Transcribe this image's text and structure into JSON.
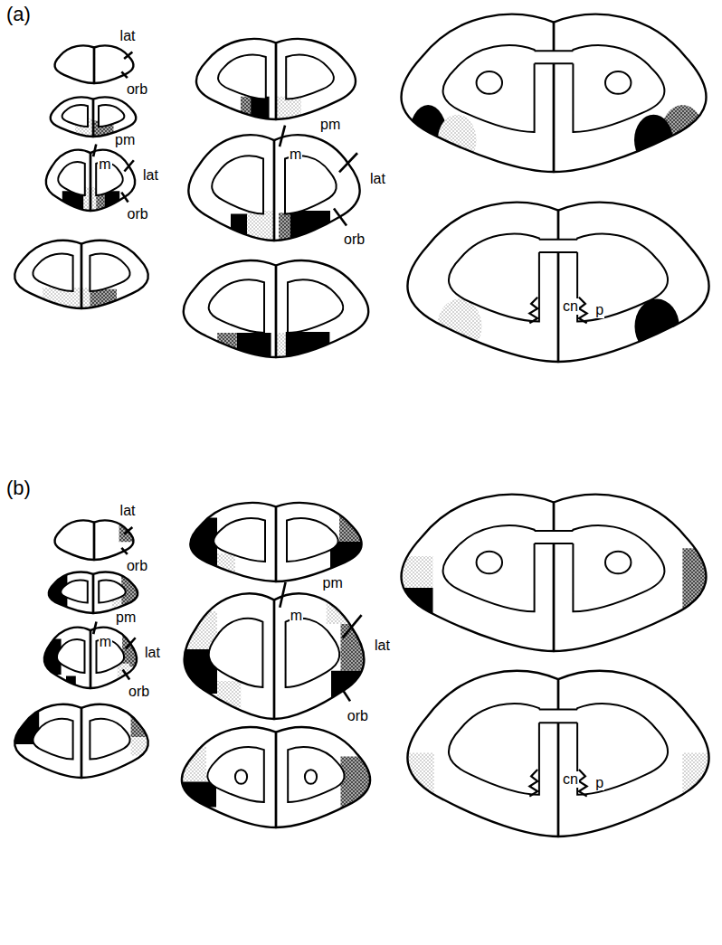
{
  "diagram": {
    "labels": [
      "(a)",
      "lat",
      "orb",
      "pm",
      "m",
      "lat",
      "orb",
      "pm",
      "m",
      "lat",
      "orb",
      "cn",
      "p",
      "(b)",
      "lat",
      "orb",
      "pm",
      "m",
      "lat",
      "orb",
      "pm",
      "m",
      "lat",
      "orb",
      "cn",
      "p"
    ]
  }
}
